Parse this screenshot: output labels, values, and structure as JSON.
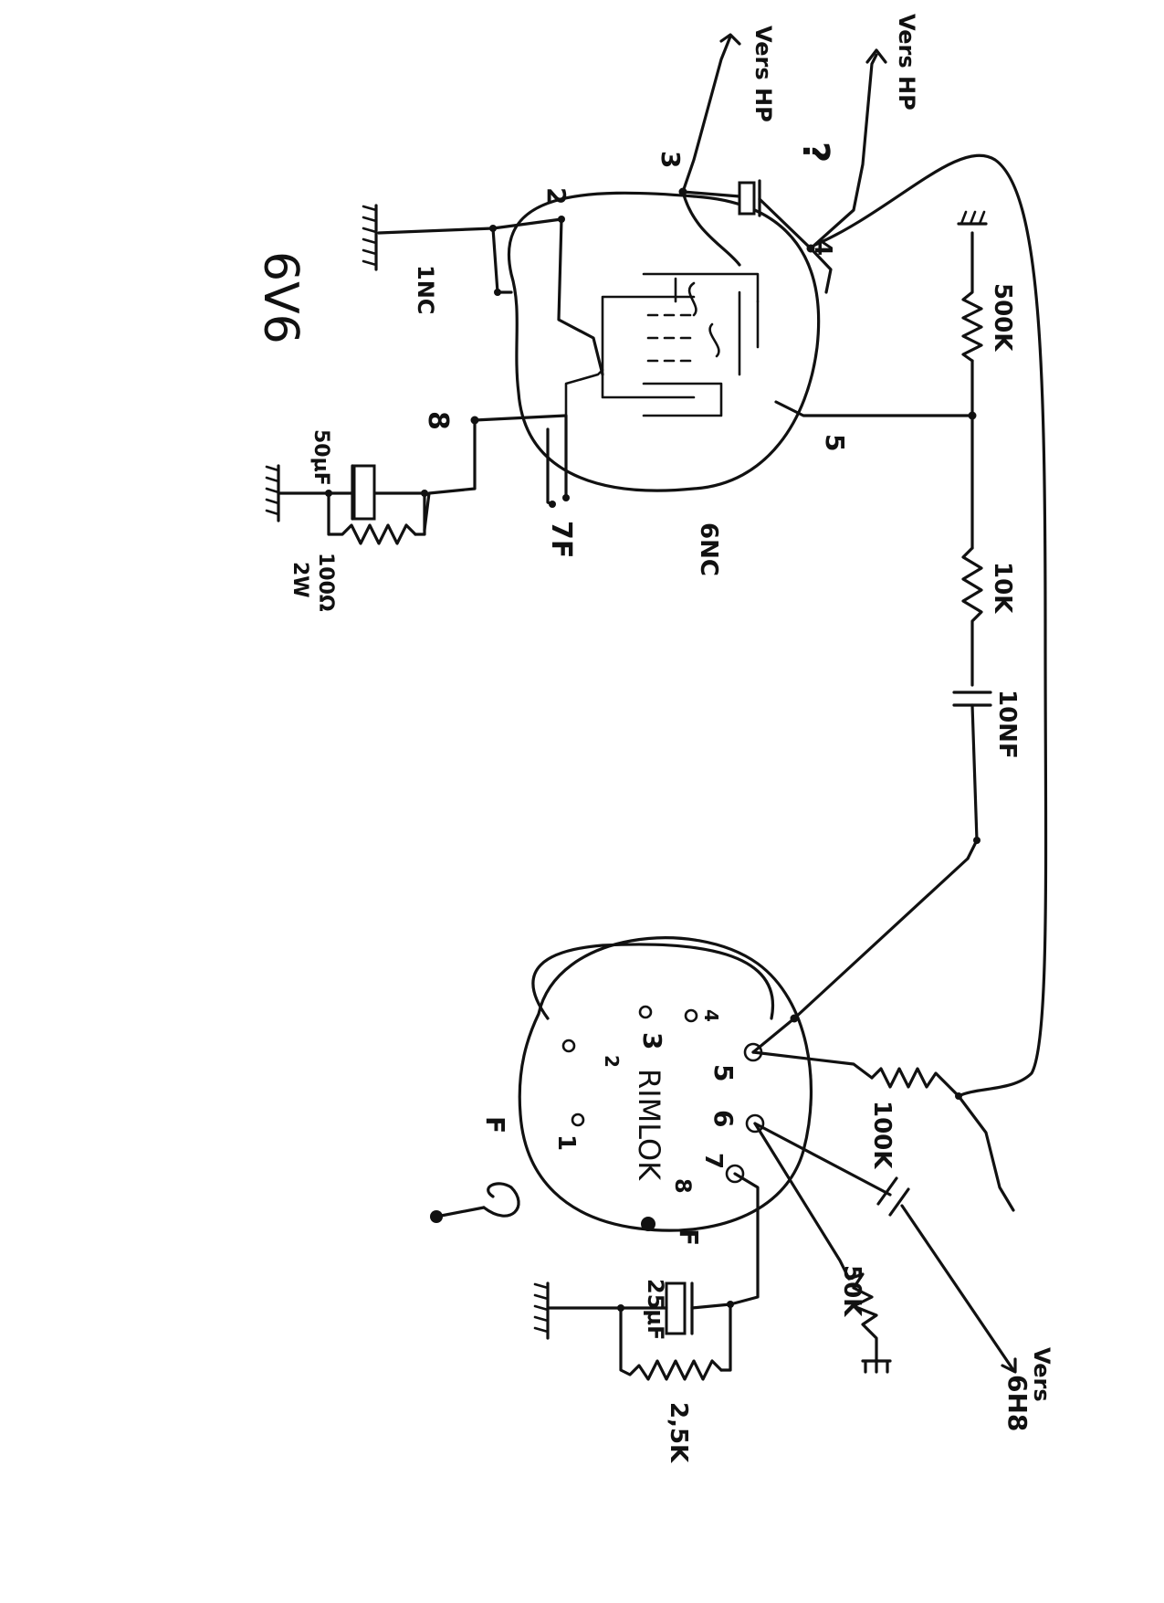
{
  "tube_6v6": {
    "title": "6V6",
    "pin1": "1NC",
    "pin2": "2",
    "pin3": "3",
    "pin4": "4",
    "pin5": "5",
    "pin6": "6NC",
    "pin7": "7F",
    "pin8": "8",
    "question": "?",
    "speaker_a": "Vers HP",
    "speaker_b": "Vers HP"
  },
  "cathode_6v6": {
    "cap": "50μF",
    "resistor": "100Ω",
    "resistor_watt": "2W"
  },
  "grid_network": {
    "r_grid": "500K",
    "r_series": "10K",
    "c_coupling": "10NF"
  },
  "tube_rimlock": {
    "title": "RIMLOK",
    "pin_f_left": "F",
    "pin1": "1",
    "pin2": "2",
    "pin3": "3",
    "pin4": "4",
    "pin5": "5",
    "pin6": "6",
    "pin7": "7",
    "pin8": "8",
    "pin_f_bottom": "F",
    "question": "?"
  },
  "rimlock_network": {
    "r_plate": "100K",
    "cap": "25μF",
    "resistor": "2,5K",
    "r_grid": "50K",
    "to_label": "Vers",
    "to_tube": "6H8"
  }
}
